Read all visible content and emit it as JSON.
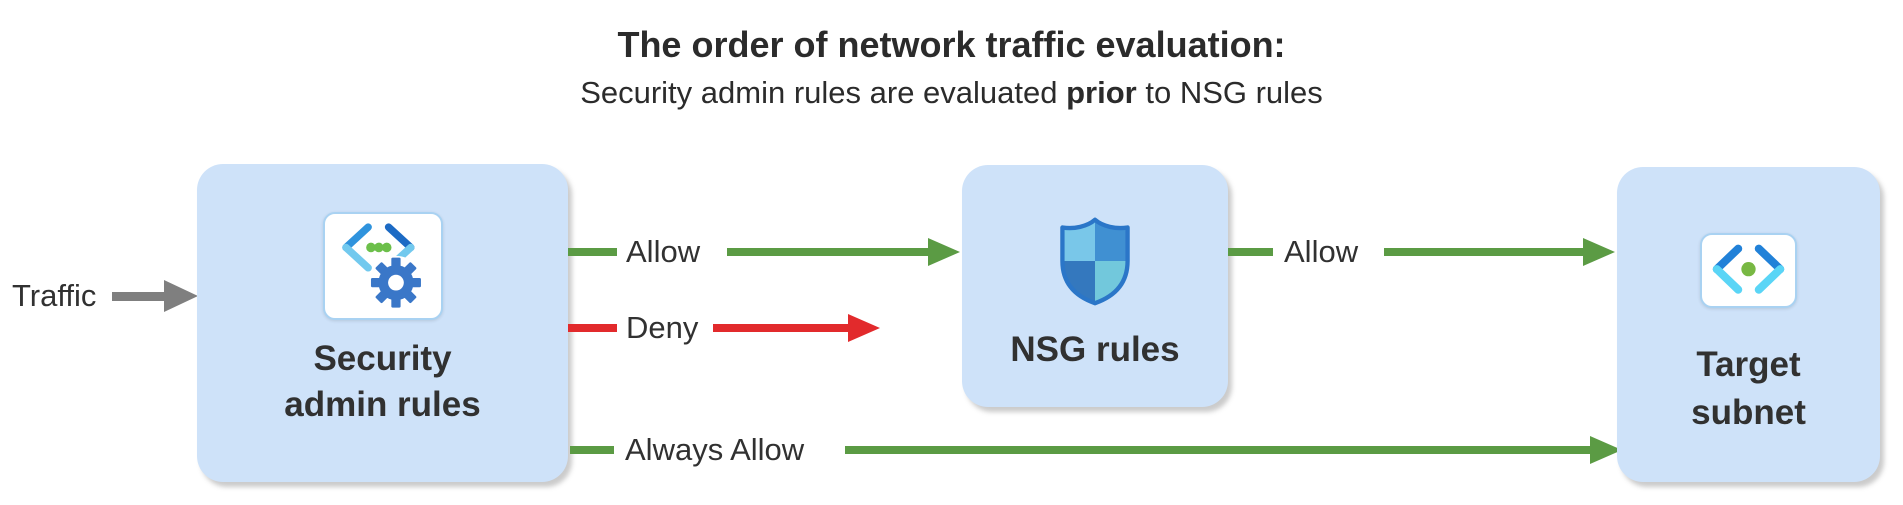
{
  "header": {
    "title": "The order of network traffic evaluation:",
    "subtitle_pre": "Security admin rules are evaluated ",
    "subtitle_bold": "prior",
    "subtitle_post": " to NSG rules"
  },
  "traffic": {
    "label": "Traffic"
  },
  "nodes": {
    "security_admin_rules": {
      "label": "Security admin rules",
      "icon": "vnet-manager-icon"
    },
    "nsg_rules": {
      "label": "NSG rules",
      "icon": "nsg-shield-icon"
    },
    "target_subnet": {
      "label": "Target subnet",
      "icon": "subnet-icon"
    }
  },
  "arrows": {
    "allow_to_nsg": {
      "label": "Allow"
    },
    "deny": {
      "label": "Deny"
    },
    "always_allow": {
      "label": "Always Allow"
    },
    "allow_to_target": {
      "label": "Allow"
    }
  },
  "colors": {
    "allow_green": "#5b9b44",
    "deny_red": "#e22a2c",
    "traffic_gray": "#7f7f7f",
    "box_fill": "#cee2f9",
    "icon_border": "#a9d2f2",
    "text_dark": "#313131"
  }
}
